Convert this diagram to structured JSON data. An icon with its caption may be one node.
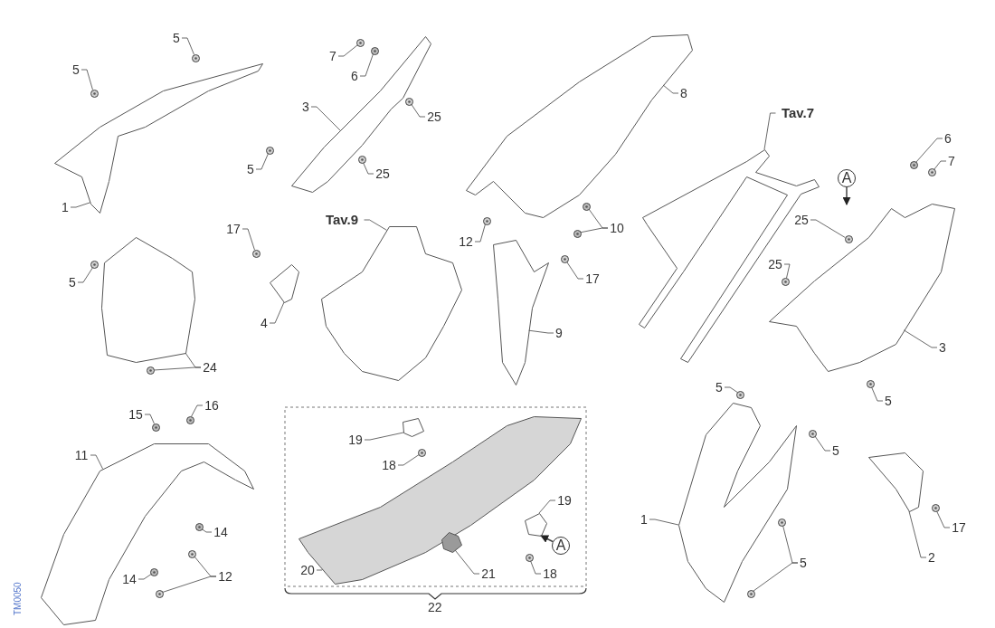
{
  "diagram": {
    "nodes": [
      {
        "text": [
          "5"
        ]
      },
      {
        "text": [
          "5"
        ]
      },
      {
        "text": [
          "1"
        ]
      },
      {
        "text": [
          "7"
        ]
      },
      {
        "text": [
          "6"
        ]
      },
      {
        "text": [
          "3"
        ]
      },
      {
        "text": [
          "25"
        ]
      },
      {
        "text": [
          "5"
        ]
      },
      {
        "text": [
          "25"
        ]
      },
      {
        "text": [
          "8"
        ]
      },
      {
        "text": [
          "Tav.9"
        ]
      },
      {
        "text": [
          "17"
        ]
      },
      {
        "text": [
          "4"
        ]
      },
      {
        "text": [
          "5"
        ]
      },
      {
        "text": [
          "24"
        ]
      },
      {
        "text": [
          "12"
        ]
      },
      {
        "text": [
          "10"
        ]
      },
      {
        "text": [
          "17"
        ]
      },
      {
        "text": [
          "9"
        ]
      },
      {
        "text": [
          "Tav.7"
        ]
      },
      {
        "text": [
          "6"
        ]
      },
      {
        "text": [
          "7"
        ]
      },
      {
        "text": [
          "A"
        ]
      },
      {
        "text": [
          "25"
        ]
      },
      {
        "text": [
          "25"
        ]
      },
      {
        "text": [
          "3"
        ]
      },
      {
        "text": [
          "5"
        ]
      },
      {
        "text": [
          "15"
        ]
      },
      {
        "text": [
          "16"
        ]
      },
      {
        "text": [
          "11"
        ]
      },
      {
        "text": [
          "14"
        ]
      },
      {
        "text": [
          "14"
        ]
      },
      {
        "text": [
          "12"
        ]
      },
      {
        "text": [
          "19"
        ]
      },
      {
        "text": [
          "18"
        ]
      },
      {
        "text": [
          "20"
        ]
      },
      {
        "text": [
          "21"
        ]
      },
      {
        "text": [
          "19"
        ]
      },
      {
        "text": [
          "A"
        ]
      },
      {
        "text": [
          "18"
        ]
      },
      {
        "text": [
          "5"
        ]
      },
      {
        "text": [
          "5"
        ]
      },
      {
        "text": [
          "1"
        ]
      },
      {
        "text": [
          "5"
        ]
      },
      {
        "text": [
          "2"
        ]
      },
      {
        "text": [
          "17"
        ]
      },
      {
        "text": [],
        "shape": "circle"
      },
      {
        "text": [],
        "shape": "circle"
      },
      {
        "text": [],
        "shape": "picture"
      },
      {
        "text": [],
        "shape": "circle"
      },
      {
        "text": [],
        "shape": "circle"
      },
      {
        "text": [],
        "shape": "picture"
      },
      {
        "text": [],
        "shape": "circle"
      },
      {
        "text": [],
        "shape": "circle"
      },
      {
        "text": [],
        "shape": "circle"
      },
      {
        "text": [],
        "shape": "picture"
      },
      {
        "text": [],
        "shape": "picture"
      },
      {
        "text": [],
        "shape": "circle"
      },
      {
        "text": [],
        "shape": "picture"
      },
      {
        "text": [],
        "shape": "circle"
      },
      {
        "text": [],
        "shape": "picture"
      },
      {
        "text": [],
        "shape": "circle"
      },
      {
        "text": [],
        "shape": "circle"
      },
      {
        "text": [],
        "shape": "circle"
      },
      {
        "text": [],
        "shape": "circle"
      },
      {
        "text": [],
        "shape": "circle"
      },
      {
        "text": [],
        "shape": "picture"
      },
      {
        "text": [],
        "shape": "picture"
      },
      {
        "text": [],
        "shape": "circle"
      },
      {
        "text": [],
        "shape": "circle"
      },
      {
        "text": [],
        "shape": "circle"
      },
      {
        "text": [],
        "shape": "circle"
      },
      {
        "text": [],
        "shape": "picture"
      },
      {
        "text": [],
        "shape": "circle"
      },
      {
        "text": [],
        "shape": "circle"
      },
      {
        "text": [],
        "shape": "circle"
      },
      {
        "text": [],
        "shape": "picture"
      },
      {
        "text": [],
        "shape": "circle"
      },
      {
        "text": [],
        "shape": "circle"
      },
      {
        "text": [],
        "shape": "circle"
      },
      {
        "text": [],
        "shape": "circle"
      },
      {
        "text": [],
        "shape": "picture"
      },
      {
        "text": [],
        "shape": "circle"
      },
      {
        "text": [],
        "shape": "picture"
      },
      {
        "text": [],
        "shape": "picture",
        "in": 83
      },
      {
        "text": [],
        "shape": "picture"
      },
      {
        "text": [],
        "shape": "circle"
      },
      {
        "text": [],
        "shape": "circle"
      },
      {
        "text": [],
        "shape": "circle"
      },
      {
        "text": [],
        "shape": "picture"
      },
      {
        "text": [],
        "shape": "circle"
      },
      {
        "text": [],
        "shape": "circle"
      },
      {
        "text": [],
        "shape": "picture"
      },
      {
        "text": [],
        "shape": "circle"
      }
    ],
    "edges": [
      {
        "from": 0,
        "to": 46,
        "arrow": "none"
      },
      {
        "from": 1,
        "to": 47,
        "arrow": "none"
      },
      {
        "from": 2,
        "to": 48,
        "arrow": "none"
      },
      {
        "from": 3,
        "to": 49,
        "arrow": "none"
      },
      {
        "from": 4,
        "to": 50,
        "arrow": "none"
      },
      {
        "from": 5,
        "to": 51,
        "arrow": "none"
      },
      {
        "from": 6,
        "to": 52,
        "arrow": "none"
      },
      {
        "from": 7,
        "to": 53,
        "arrow": "none"
      },
      {
        "from": 8,
        "to": 54,
        "arrow": "none"
      },
      {
        "from": 9,
        "to": 55,
        "arrow": "none"
      },
      {
        "from": 10,
        "to": 56,
        "arrow": "none"
      },
      {
        "from": 11,
        "to": 57,
        "arrow": "none"
      },
      {
        "from": 12,
        "to": 58,
        "arrow": "none"
      },
      {
        "from": 13,
        "to": 59,
        "arrow": "none"
      },
      {
        "from": 14,
        "to": 60,
        "arrow": "none"
      },
      {
        "from": 14,
        "to": 61,
        "arrow": "none"
      },
      {
        "from": 15,
        "to": 62,
        "arrow": "none"
      },
      {
        "from": 16,
        "to": 63,
        "arrow": "none"
      },
      {
        "from": 16,
        "to": 64,
        "arrow": "none"
      },
      {
        "from": 17,
        "to": 65,
        "arrow": "none"
      },
      {
        "from": 18,
        "to": 66,
        "arrow": "none"
      },
      {
        "from": 19,
        "to": 67,
        "arrow": "none"
      },
      {
        "from": 20,
        "to": 68,
        "arrow": "none"
      },
      {
        "from": 21,
        "to": 69,
        "arrow": "none"
      },
      {
        "from": 22,
        "to": null,
        "arrow": "to"
      },
      {
        "from": 23,
        "to": 70,
        "arrow": "none"
      },
      {
        "from": 24,
        "to": 71,
        "arrow": "none"
      },
      {
        "from": 25,
        "to": 72,
        "arrow": "none"
      },
      {
        "from": 26,
        "to": 73,
        "arrow": "none"
      },
      {
        "from": 27,
        "to": 74,
        "arrow": "none"
      },
      {
        "from": 28,
        "to": 75,
        "arrow": "none"
      },
      {
        "from": 29,
        "to": 76,
        "arrow": "none"
      },
      {
        "from": 30,
        "to": 77,
        "arrow": "none"
      },
      {
        "from": 31,
        "to": 78,
        "arrow": "none"
      },
      {
        "from": 32,
        "to": 79,
        "arrow": "none"
      },
      {
        "from": 32,
        "to": 80,
        "arrow": "none"
      },
      {
        "from": 33,
        "to": 81,
        "arrow": "none"
      },
      {
        "from": 34,
        "to": 82,
        "arrow": "none"
      },
      {
        "from": 35,
        "to": 83,
        "arrow": "none"
      },
      {
        "from": 36,
        "to": 84,
        "arrow": "none"
      },
      {
        "from": 37,
        "to": 85,
        "arrow": "none"
      },
      {
        "from": 38,
        "to": 85,
        "arrow": "to"
      },
      {
        "from": 39,
        "to": 86,
        "arrow": "none"
      },
      {
        "from": 40,
        "to": 87,
        "arrow": "none"
      },
      {
        "from": 41,
        "to": 88,
        "arrow": "none"
      },
      {
        "from": 42,
        "to": 89,
        "arrow": "none"
      },
      {
        "from": 43,
        "to": 90,
        "arrow": "none"
      },
      {
        "from": 43,
        "to": 91,
        "arrow": "none"
      },
      {
        "from": 44,
        "to": 92,
        "arrow": "none"
      },
      {
        "from": 45,
        "to": 93,
        "arrow": "none"
      }
    ],
    "labels": [
      "22",
      "TM0050"
    ]
  }
}
